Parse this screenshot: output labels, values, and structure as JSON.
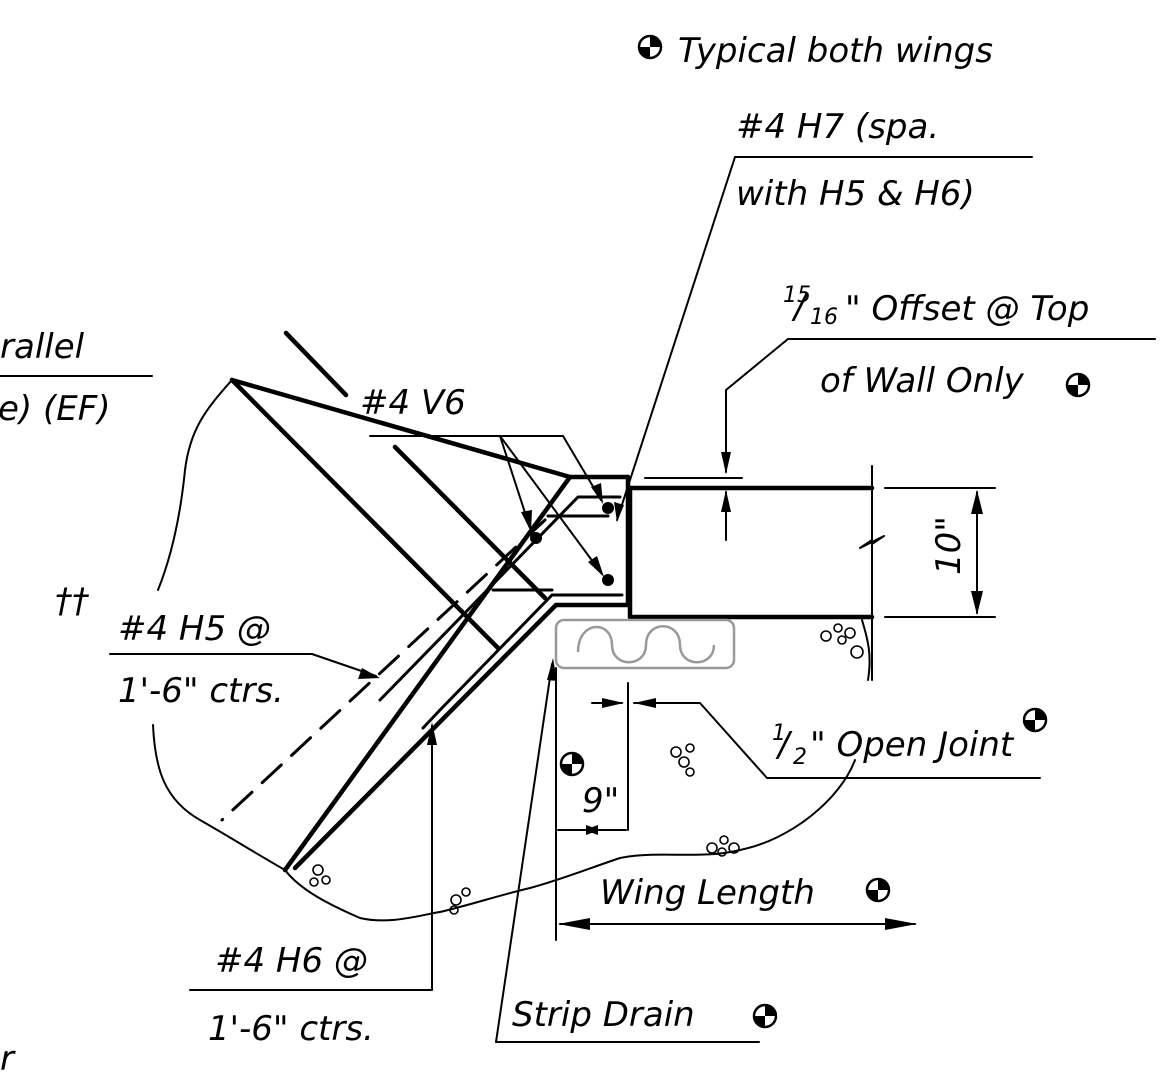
{
  "labels": {
    "typical": "Typical both wings",
    "h7_line1": "#4 H7 (spa.",
    "h7_line2": "with H5 & H6)",
    "offset_num": "15",
    "offset_den": "16",
    "offset_line1": "\" Offset @ Top",
    "offset_line2": "of Wall Only",
    "parallel_line1": "rallel",
    "parallel_line2": "e) (EF)",
    "v6": "#4 V6",
    "h5_mark": "††",
    "h5_line1": "#4 H5 @",
    "h5_line2": "1'-6\" ctrs.",
    "dim_10": "10\"",
    "open_joint_num": "1",
    "open_joint_den": "2",
    "open_joint_text": "\" Open Joint",
    "dim_9": "9\"",
    "wing_length": "Wing Length",
    "h6_line1": "#4 H6 @",
    "h6_line2": "1'-6\" ctrs.",
    "strip_drain": "Strip Drain",
    "cut_letter": "r"
  },
  "symbols": {
    "centerline_marker": "circle-quadrant-symbol"
  }
}
